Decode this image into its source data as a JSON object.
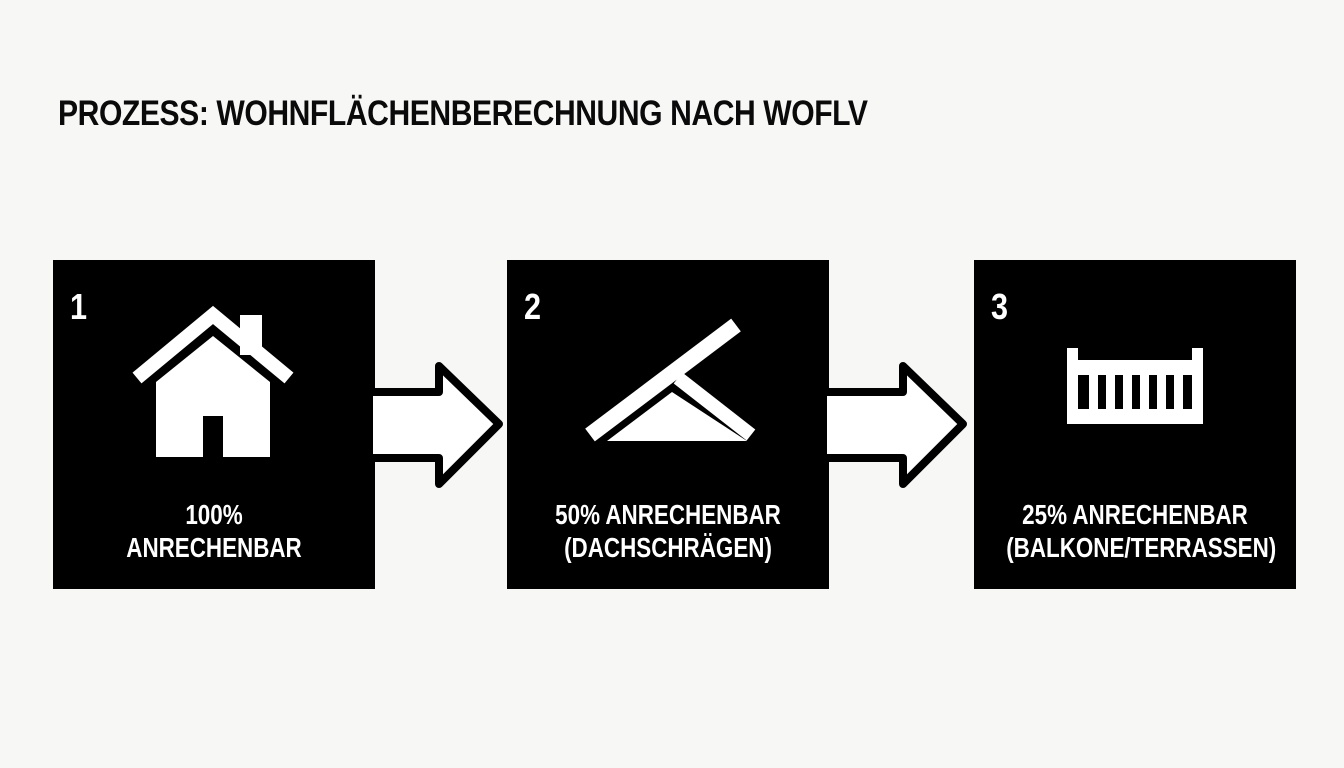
{
  "title": "PROZESS: WOHNFLÄCHENBERECHNUNG NACH WOFLV",
  "steps": [
    {
      "number": "1",
      "icon": "house-icon",
      "label_line1": "100%",
      "label_line2": "ANRECHENBAR"
    },
    {
      "number": "2",
      "icon": "roof-slope-icon",
      "label_line1": "50% ANRECHENBAR",
      "label_line2": "(DACHSCHRÄGEN)"
    },
    {
      "number": "3",
      "icon": "balcony-railing-icon",
      "label_line1": "25% ANRECHENBAR",
      "label_line2": "(BALKONE/TERRASSEN)"
    }
  ],
  "arrows": [
    "arrow-right-icon",
    "arrow-right-icon"
  ],
  "colors": {
    "background": "#f7f7f6",
    "box": "#000000",
    "text_on_box": "#ffffff",
    "arrow_outline": "#000000",
    "arrow_fill": "#ffffff"
  }
}
